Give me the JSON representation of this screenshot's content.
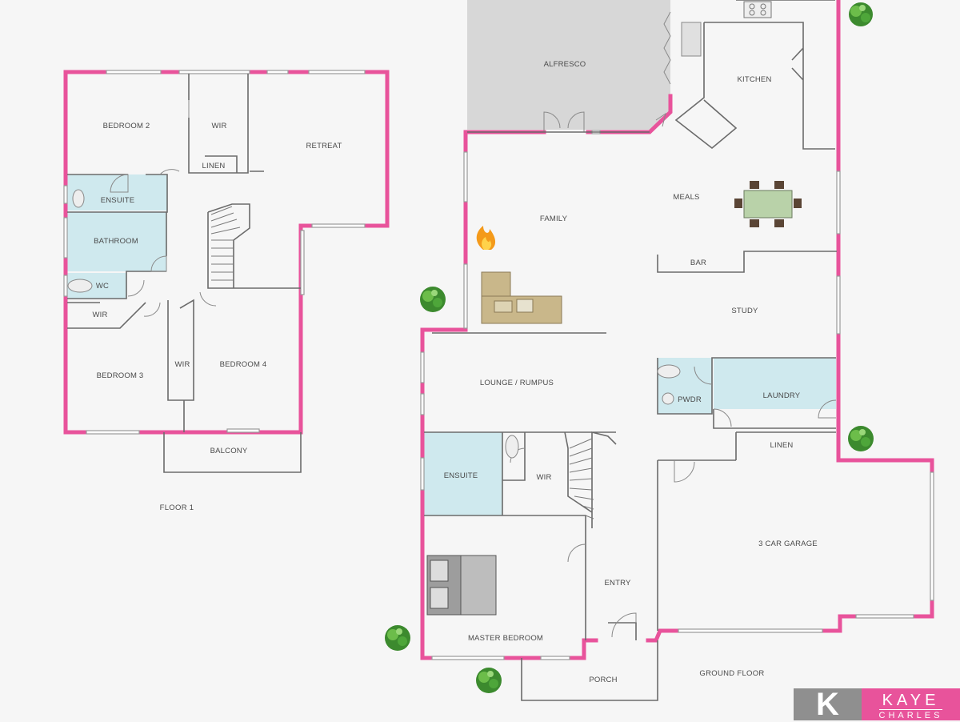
{
  "floors": {
    "upper": "FLOOR 1",
    "ground": "GROUND FLOOR"
  },
  "rooms_floor1": {
    "bedroom2": "BEDROOM 2",
    "wir_top": "WIR",
    "linen": "LINEN",
    "retreat": "RETREAT",
    "ensuite": "ENSUITE",
    "bathroom": "BATHROOM",
    "wc": "WC",
    "wir_left": "WIR",
    "bedroom3": "BEDROOM 3",
    "wir_mid": "WIR",
    "bedroom4": "BEDROOM 4",
    "balcony": "BALCONY"
  },
  "rooms_ground": {
    "alfresco": "ALFRESCO",
    "kitchen": "KITCHEN",
    "family": "FAMILY",
    "meals": "MEALS",
    "bar": "BAR",
    "study": "STUDY",
    "lounge": "LOUNGE / RUMPUS",
    "pwdr": "PWDR",
    "laundry": "LAUNDRY",
    "linen": "LINEN",
    "ensuite": "ENSUITE",
    "wir": "WIR",
    "garage": "3 CAR GARAGE",
    "entry": "ENTRY",
    "master": "MASTER BEDROOM",
    "porch": "PORCH"
  },
  "logo": {
    "mark": "K",
    "brand": "KAYE",
    "brand_sub": "CHARLES"
  },
  "colors": {
    "exterior_wall": "#e8539b",
    "wet_area": "#cfe9ee",
    "alfresco": "#d7d7d7"
  }
}
